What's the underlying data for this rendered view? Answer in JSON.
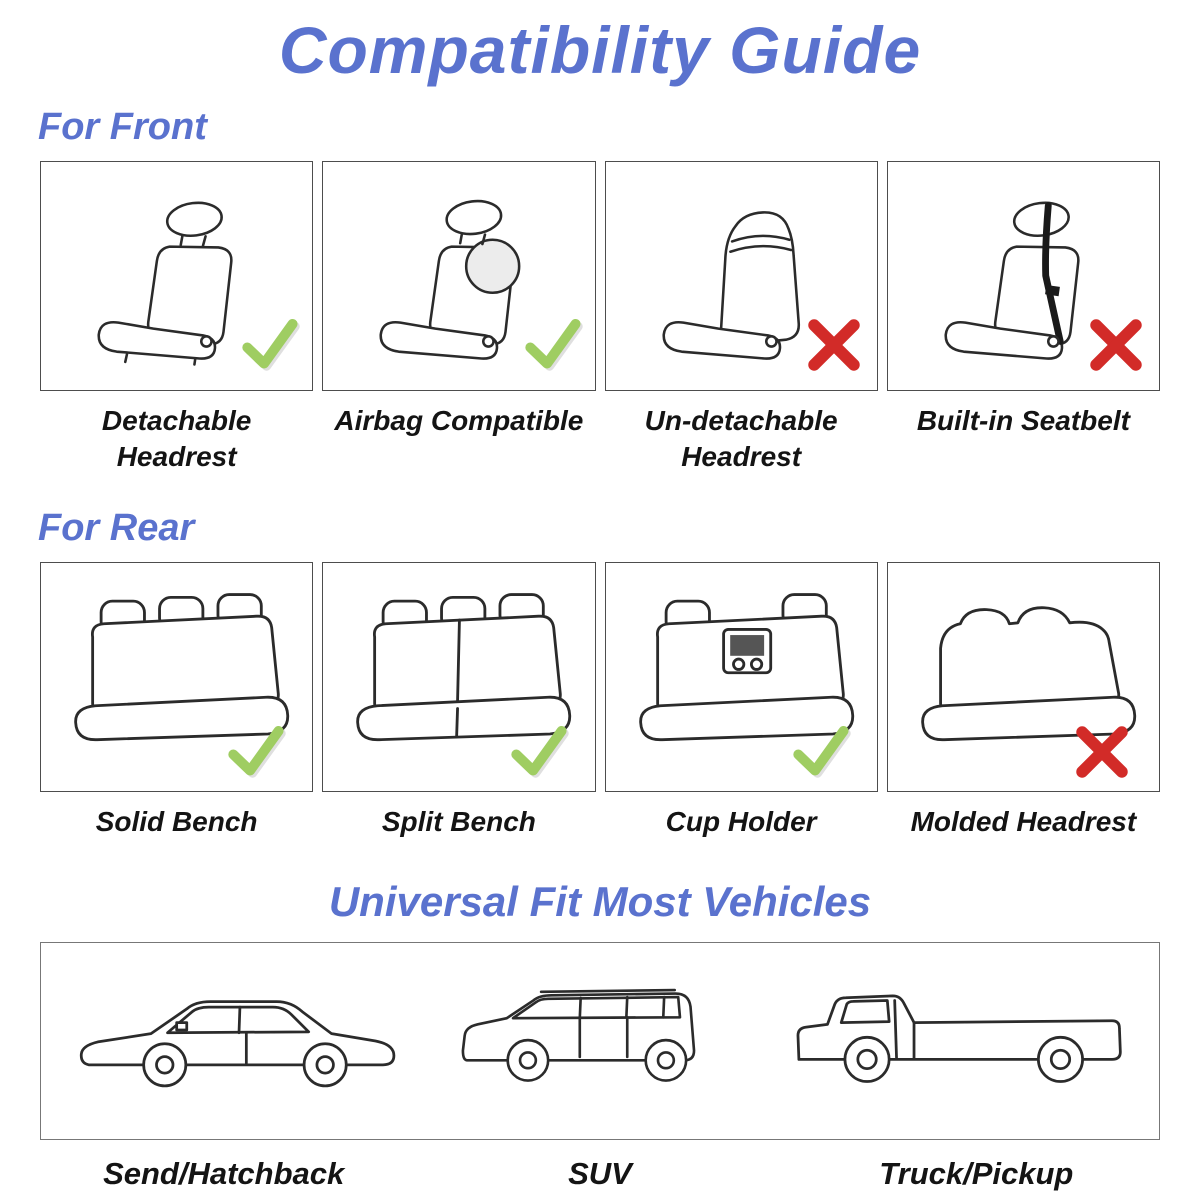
{
  "title": "Compatibility Guide",
  "colors": {
    "heading_blue": "#5a72ce",
    "check_green": "#9fcd62",
    "cross_red": "#d22b28",
    "line_dark": "#2b2b2b"
  },
  "sections": {
    "front": {
      "heading": "For Front",
      "items": [
        {
          "label": "Detachable\nHeadrest",
          "status": "check",
          "icon": "front-seat-detachable-headrest-icon"
        },
        {
          "label": "Airbag Compatible",
          "status": "check",
          "icon": "front-seat-airbag-icon"
        },
        {
          "label": "Un-detachable\nHeadrest",
          "status": "cross",
          "icon": "front-seat-undetachable-headrest-icon"
        },
        {
          "label": "Built-in Seatbelt",
          "status": "cross",
          "icon": "front-seat-builtin-seatbelt-icon"
        }
      ]
    },
    "rear": {
      "heading": "For Rear",
      "items": [
        {
          "label": "Solid Bench",
          "status": "check",
          "icon": "rear-bench-solid-icon"
        },
        {
          "label": "Split Bench",
          "status": "check",
          "icon": "rear-bench-split-icon"
        },
        {
          "label": "Cup Holder",
          "status": "check",
          "icon": "rear-bench-cupholder-icon"
        },
        {
          "label": "Molded Headrest",
          "status": "cross",
          "icon": "rear-bench-molded-headrest-icon"
        }
      ]
    },
    "vehicles": {
      "heading": "Universal Fit Most Vehicles",
      "items": [
        {
          "label": "Send/Hatchback",
          "icon": "sedan-icon"
        },
        {
          "label": "SUV",
          "icon": "suv-icon"
        },
        {
          "label": "Truck/Pickup",
          "icon": "pickup-truck-icon"
        }
      ]
    }
  }
}
